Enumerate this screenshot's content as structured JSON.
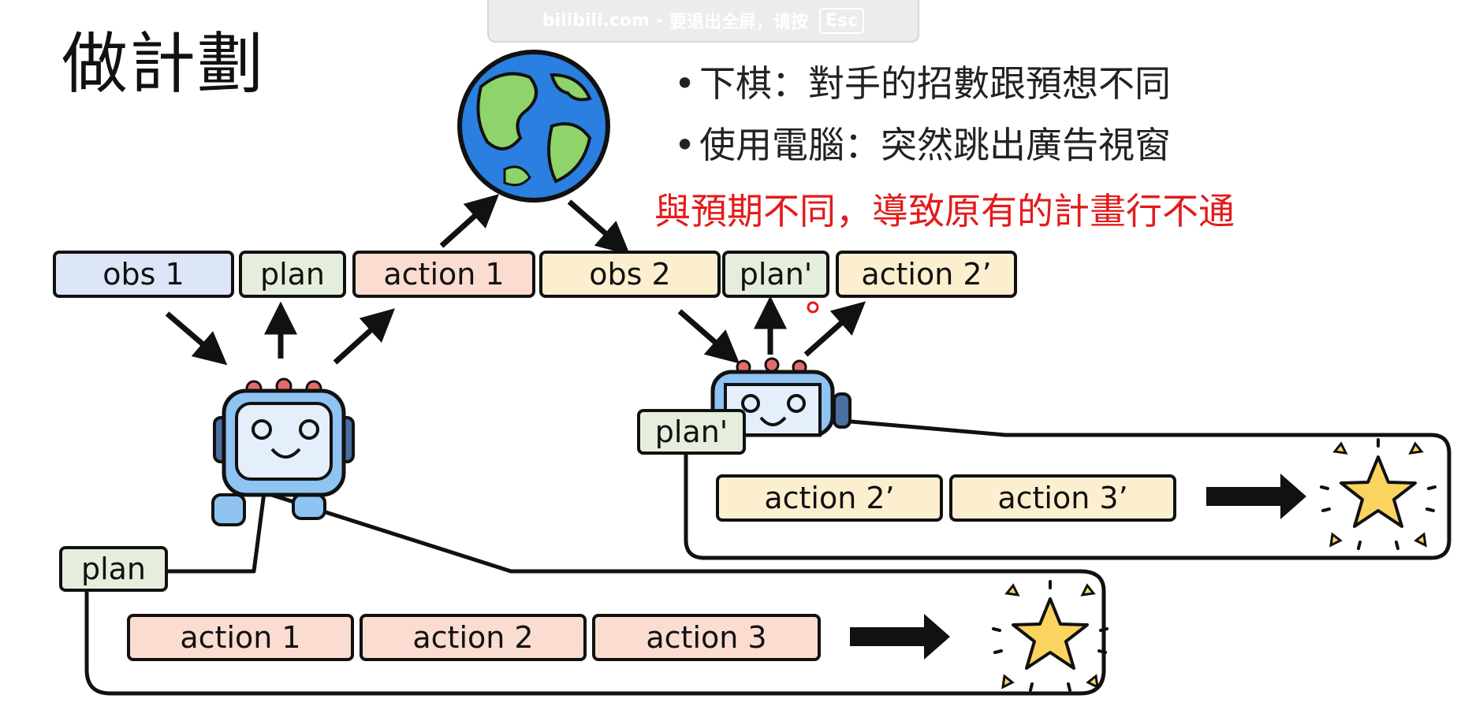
{
  "toast": {
    "site": "bilibili.com",
    "separator": "-",
    "message": "要退出全屏，请按",
    "key": "Esc"
  },
  "title": "做計劃",
  "bullets": [
    "下棋：對手的招數跟預想不同",
    "使用電腦：突然跳出廣告視窗"
  ],
  "warning": "與預期不同，導致原有的計畫行不通",
  "timeline": {
    "obs1": "obs 1",
    "plan": "plan",
    "action1": "action 1",
    "obs2": "obs 2",
    "plan_prime": "plan'",
    "action2_prime": "action 2’"
  },
  "left_plan": {
    "tag": "plan",
    "actions": [
      "action 1",
      "action 2",
      "action 3"
    ]
  },
  "right_plan": {
    "tag": "plan'",
    "actions": [
      "action 2’",
      "action 3’"
    ]
  },
  "colors": {
    "obs_blue": "#dde6f7",
    "plan_green": "#e5eedc",
    "action_pink": "#fbdcd1",
    "action_yellow": "#fcefcf",
    "warning_red": "#e41b1b",
    "robot_blue": "#8ec3f2",
    "star_yellow": "#fbd45f"
  },
  "icons": [
    "globe-icon",
    "robot-icon",
    "star-icon",
    "arrow-right-icon"
  ]
}
